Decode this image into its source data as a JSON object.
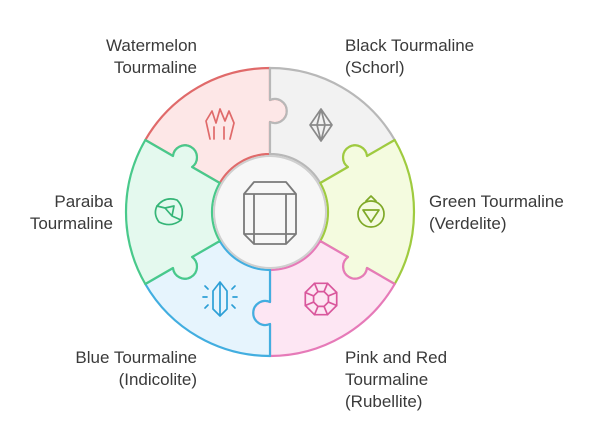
{
  "center": {
    "icon": "tourmaline-crystal-icon",
    "color": "#7a7a7a",
    "fill": "#f7f7f7"
  },
  "segments": [
    {
      "id": "watermelon",
      "label_lines": [
        "Watermelon",
        "Tourmaline"
      ],
      "icon": "crystal-cluster-icon",
      "fill": "#fde7e7",
      "stroke": "#e06a6a",
      "icon_color": "#e06a6a"
    },
    {
      "id": "schorl",
      "label_lines": [
        "Black Tourmaline",
        "(Schorl)"
      ],
      "icon": "diamond-crystal-icon",
      "fill": "#f2f2f2",
      "stroke": "#b8b8b8",
      "icon_color": "#8a8a8a"
    },
    {
      "id": "verdelite",
      "label_lines": [
        "Green Tourmaline",
        "(Verdelite)"
      ],
      "icon": "green-gem-icon",
      "fill": "#f4fbdf",
      "stroke": "#9fcb3f",
      "icon_color": "#7fa928"
    },
    {
      "id": "rubellite",
      "label_lines": [
        "Pink and Red",
        "Tourmaline",
        "(Rubellite)"
      ],
      "icon": "octagon-gem-icon",
      "fill": "#fde6f3",
      "stroke": "#e67ab8",
      "icon_color": "#d9579c"
    },
    {
      "id": "indicolite",
      "label_lines": [
        "Blue Tourmaline",
        "(Indicolite)"
      ],
      "icon": "blue-crystal-icon",
      "fill": "#e6f4fd",
      "stroke": "#42aee0",
      "icon_color": "#2d9fd6"
    },
    {
      "id": "paraiba",
      "label_lines": [
        "Paraiba",
        "Tourmaline"
      ],
      "icon": "rough-stone-icon",
      "fill": "#e4f9ee",
      "stroke": "#49c98b",
      "icon_color": "#35b577"
    }
  ]
}
